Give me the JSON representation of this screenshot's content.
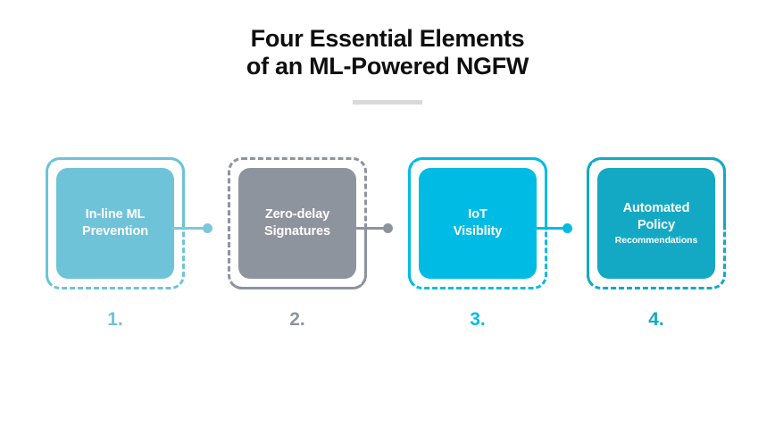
{
  "title": {
    "line1": "Four Essential Elements",
    "line2": "of an ML-Powered NGFW",
    "divider_color": "#d9d9d9"
  },
  "elements": [
    {
      "number": "1.",
      "label_line1": "In-line ML",
      "label_line2": "Prevention",
      "label_sub": "",
      "fill_color": "#6fc3d8",
      "ring_color": "#6fc3d8",
      "number_color": "#6fc3d8",
      "connector_color": "#7cc7da"
    },
    {
      "number": "2.",
      "label_line1": "Zero-delay",
      "label_line2": "Signatures",
      "label_sub": "",
      "fill_color": "#8e949e",
      "ring_color": "#8e949e",
      "number_color": "#8e949e",
      "connector_color": "#8e949e"
    },
    {
      "number": "3.",
      "label_line1": "IoT",
      "label_line2": "Visiblity",
      "label_sub": "",
      "fill_color": "#00bce4",
      "ring_color": "#00bce4",
      "number_color": "#00bce4",
      "connector_color": "#00bce4"
    },
    {
      "number": "4.",
      "label_line1": "Automated",
      "label_line2": "Policy",
      "label_sub": "Recommendations",
      "fill_color": "#13a9c4",
      "ring_color": "#13a9c4",
      "number_color": "#13a9c4",
      "connector_color": "#13a9c4"
    }
  ]
}
